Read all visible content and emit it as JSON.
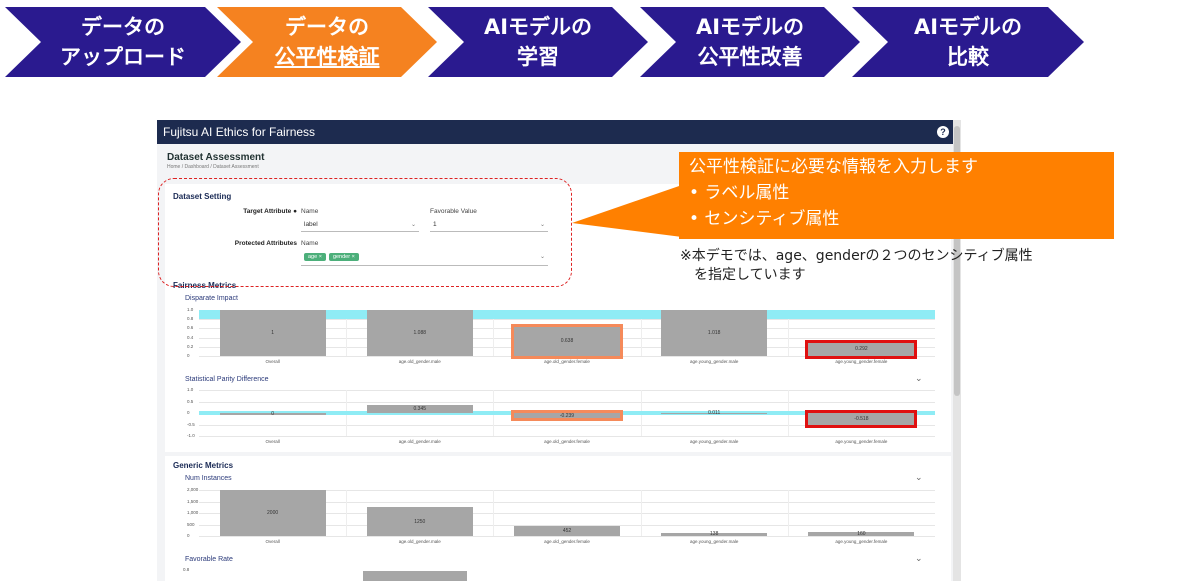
{
  "steps": [
    {
      "line1": "データの",
      "line2": "アップロード",
      "color": "#2a1a8f"
    },
    {
      "line1": "データの",
      "line2": "公平性検証",
      "color": "#f58220"
    },
    {
      "line1": "AIモデルの",
      "line2": "学習",
      "color": "#2a1a8f"
    },
    {
      "line1": "AIモデルの",
      "line2": "公平性改善",
      "color": "#2a1a8f"
    },
    {
      "line1": "AIモデルの",
      "line2": "比較",
      "color": "#2a1a8f"
    }
  ],
  "app": {
    "title": "Fujitsu AI Ethics for Fairness",
    "help_icon": "?",
    "page_title": "Dataset Assessment",
    "breadcrumb": "Home / Dashboard / Dataset Assessment"
  },
  "dataset_setting": {
    "title": "Dataset Setting",
    "target_attribute_label": "Target Attribute",
    "name_label": "Name",
    "name_value": "label",
    "favorable_label": "Favorable Value",
    "favorable_value": "1",
    "protected_label": "Protected Attributes",
    "protected_name_label": "Name",
    "chips": [
      "age",
      "gender"
    ]
  },
  "fairness_metrics": {
    "title": "Fairness Metrics",
    "disparate_impact": {
      "title": "Disparate Impact",
      "yticks": [
        "1.0",
        "0.8",
        "0.6",
        "0.4",
        "0.2",
        "0"
      ],
      "categories": [
        "Overall",
        "age.old_gender.male",
        "age.old_gender.female",
        "age.young_gender.male",
        "age.young_gender.female"
      ],
      "values": [
        1,
        1.088,
        0.638,
        1.018,
        0.292
      ],
      "labels": [
        "1",
        "1.088",
        "0.638",
        "1.018",
        "0.292"
      ],
      "highlight": [
        "none",
        "none",
        "orange",
        "none",
        "red"
      ]
    },
    "statistical_parity": {
      "title": "Statistical Parity Difference",
      "yticks": [
        "1.0",
        "0.5",
        "0",
        "-0.5",
        "-1.0"
      ],
      "categories": [
        "Overall",
        "age.old_gender.male",
        "age.old_gender.female",
        "age.young_gender.male",
        "age.young_gender.female"
      ],
      "values": [
        0,
        0.345,
        -0.239,
        0.011,
        -0.518
      ],
      "labels": [
        "0",
        "0.345",
        "-0.239",
        "0.011",
        "-0.518"
      ],
      "highlight": [
        "none",
        "none",
        "orange",
        "none",
        "red"
      ]
    }
  },
  "generic_metrics": {
    "title": "Generic Metrics",
    "num_instances": {
      "title": "Num Instances",
      "yticks": [
        "2,000",
        "1,500",
        "1,000",
        "500",
        "0"
      ],
      "categories": [
        "Overall",
        "age.old_gender.male",
        "age.old_gender.female",
        "age.young_gender.male",
        "age.young_gender.female"
      ],
      "values": [
        2000,
        1250,
        452,
        138,
        160
      ],
      "labels": [
        "2000",
        "1250",
        "452",
        "138",
        "160"
      ]
    },
    "favorable_rate": {
      "title": "Favorable Rate",
      "ytick_top": "0.8"
    }
  },
  "callout": {
    "line1": "公平性検証に必要な情報を入力します",
    "line2": "• ラベル属性",
    "line3": "• センシティブ属性"
  },
  "note": {
    "line1": "※本デモでは、age、genderの２つのセンシティブ属性",
    "line2": "を指定しています"
  },
  "colors": {
    "bar": "#a6a6a6",
    "fair_band": "#8fecf5",
    "orange_highlight": "#f58a5a",
    "red_highlight": "#e01010",
    "titlebar": "#1d2b4f"
  }
}
